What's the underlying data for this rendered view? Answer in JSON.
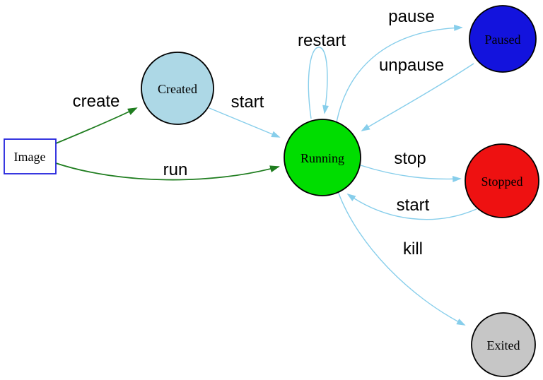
{
  "diagram": {
    "background": "#ffffff",
    "colors": {
      "edge_green": "#1f7d1f",
      "edge_blue": "#87ceeb",
      "node_border": "#000000",
      "label_text": "#000000",
      "image_box_border": "#2222dd",
      "image_box_fill": "#ffffff"
    },
    "nodes": [
      {
        "id": "image",
        "label": "Image",
        "shape": "box",
        "fill": "#ffffff"
      },
      {
        "id": "created",
        "label": "Created",
        "shape": "circle",
        "fill": "#add8e6"
      },
      {
        "id": "running",
        "label": "Running",
        "shape": "circle",
        "fill": "#00dd00"
      },
      {
        "id": "paused",
        "label": "Paused",
        "shape": "circle",
        "fill": "#1313dd"
      },
      {
        "id": "stopped",
        "label": "Stopped",
        "shape": "circle",
        "fill": "#ee1111"
      },
      {
        "id": "exited",
        "label": "Exited",
        "shape": "circle",
        "fill": "#c6c6c6"
      }
    ],
    "edges": [
      {
        "from": "image",
        "to": "created",
        "label": "create",
        "color": "#1f7d1f"
      },
      {
        "from": "image",
        "to": "running",
        "label": "run",
        "color": "#1f7d1f"
      },
      {
        "from": "created",
        "to": "running",
        "label": "start",
        "color": "#87ceeb"
      },
      {
        "from": "running",
        "to": "running",
        "label": "restart",
        "color": "#87ceeb"
      },
      {
        "from": "running",
        "to": "paused",
        "label": "pause",
        "color": "#87ceeb"
      },
      {
        "from": "paused",
        "to": "running",
        "label": "unpause",
        "color": "#87ceeb"
      },
      {
        "from": "running",
        "to": "stopped",
        "label": "stop",
        "color": "#87ceeb"
      },
      {
        "from": "stopped",
        "to": "running",
        "label": "start",
        "color": "#87ceeb"
      },
      {
        "from": "running",
        "to": "exited",
        "label": "kill",
        "color": "#87ceeb"
      }
    ]
  }
}
